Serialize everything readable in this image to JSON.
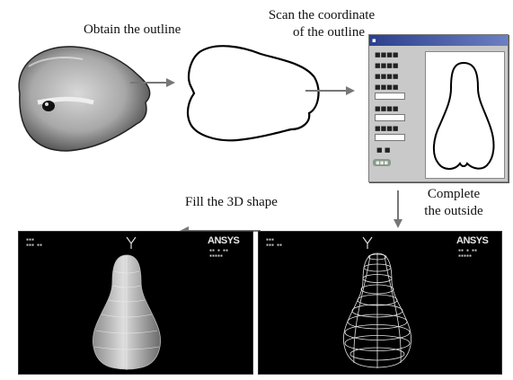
{
  "steps": {
    "outline_label": "Obtain the outline",
    "scan_label_line1": "Scan the coordinate",
    "scan_label_line2": "of the outline",
    "complete_label_line1": "Complete",
    "complete_label_line2": "the outside",
    "fill_label": "Fill the 3D shape"
  },
  "ansys_logo": "ANSYS",
  "colors": {
    "arrow": "#777777",
    "panel_bg": "#000000",
    "window_title": "#2b3f8c"
  }
}
